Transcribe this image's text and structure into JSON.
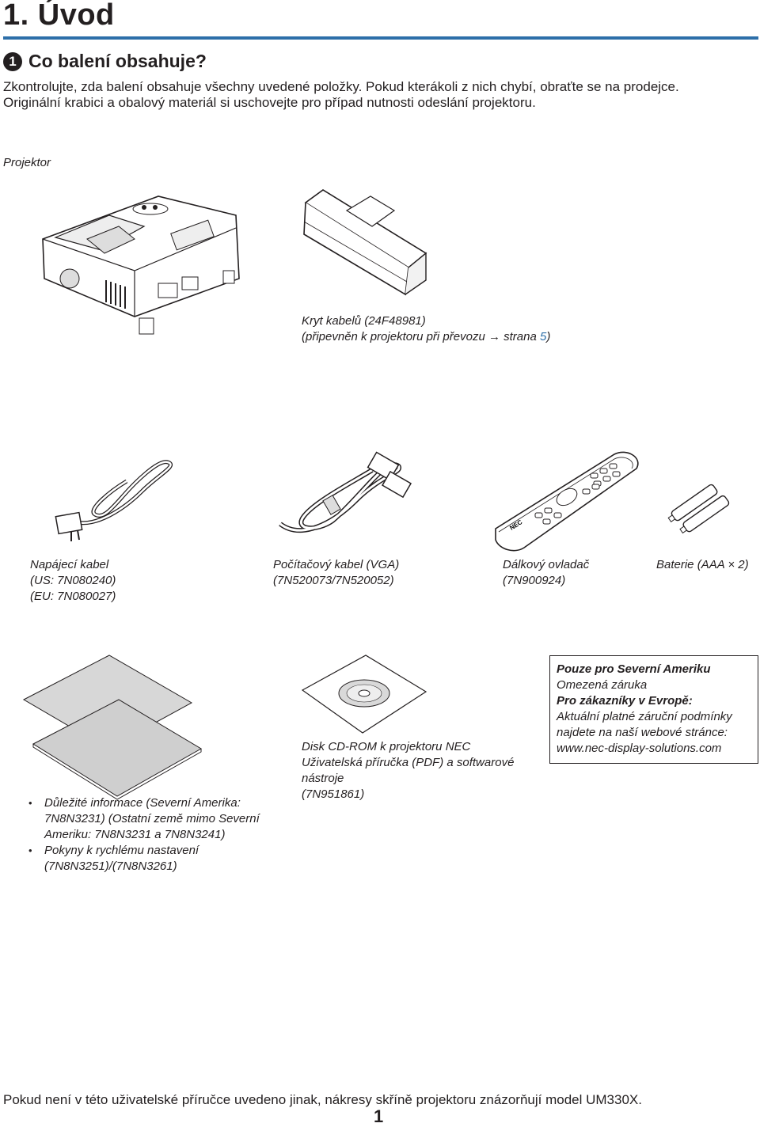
{
  "chapter_title": "1. Úvod",
  "section": {
    "number": "1",
    "title": "Co balení obsahuje?"
  },
  "intro": {
    "line1": "Zkontrolujte, zda balení obsahuje všechny uvedené položky. Pokud kterákoli z nich chybí, obraťte se na prodejce.",
    "line2": "Originální krabici a obalový materiál si uschovejte pro případ nutnosti odeslání projektoru."
  },
  "items": {
    "projector": {
      "label": "Projektor"
    },
    "cable_cover": {
      "line1": "Kryt kabelů (24F48981)",
      "line2_prefix": "(připevněn k projektoru při převozu ",
      "arrow": "→",
      "line2_page_word": " strana ",
      "page_link": "5",
      "line2_suffix": ")"
    },
    "power_cable": {
      "line1": "Napájecí kabel",
      "line2": "(US: 7N080240)",
      "line3": "(EU: 7N080027)"
    },
    "vga_cable": {
      "line1": "Počítačový kabel (VGA)",
      "line2": "(7N520073/7N520052)"
    },
    "remote": {
      "line1": "Dálkový ovladač",
      "line2": "(7N900924)",
      "brand": "NEC"
    },
    "batteries": {
      "label": "Baterie (AAA × 2)"
    },
    "cdrom": {
      "line1": "Disk CD-ROM k projektoru NEC",
      "line2": "Uživatelská příručka (PDF) a softwarové",
      "line3": "nástroje",
      "line4": "(7N951861)"
    },
    "documents": {
      "bullet1": "Důležité informace (Severní Amerika: 7N8N3231) (Ostatní země mimo Severní Ameriku: 7N8N3231 a 7N8N3241)",
      "bullet2": "Pokyny k rychlému nastavení (7N8N3251)/(7N8N3261)"
    }
  },
  "note_box": {
    "heading1": "Pouze pro Severní Ameriku",
    "line1": "Omezená záruka",
    "heading2": "Pro zákazníky v Evropě:",
    "line2": "Aktuální platné záruční podmínky",
    "line3": "najdete na naší webové stránce:",
    "line4": "www.nec-display-solutions.com"
  },
  "footer": "Pokud není v této uživatelské příručce uvedeno jinak, nákresy skříně projektoru znázorňují model UM330X.",
  "page_number": "1",
  "colors": {
    "accent": "#2d6fa9",
    "text": "#231f20"
  }
}
